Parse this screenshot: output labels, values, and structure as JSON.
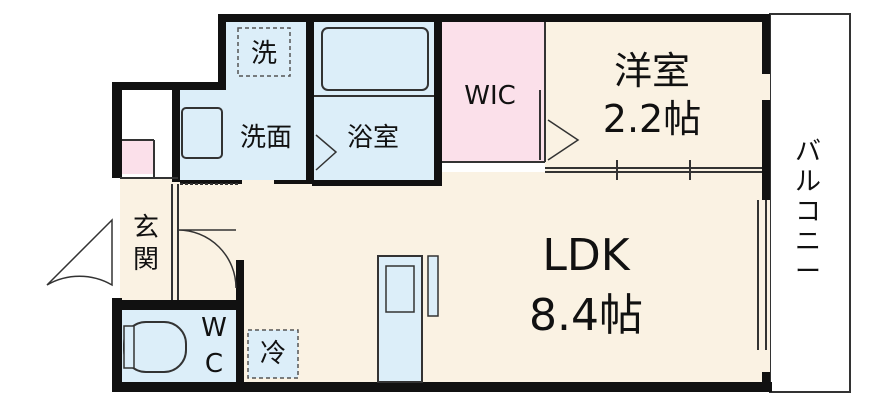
{
  "rooms": {
    "western": {
      "name": "洋室",
      "size": "2.2帖"
    },
    "ldk": {
      "name": "LDK",
      "size": "8.4帖"
    },
    "wic": "WIC",
    "bath": "浴室",
    "washroom": "洗面",
    "laundry": "洗",
    "entrance": [
      "玄",
      "関"
    ],
    "toilet": [
      "W",
      "C"
    ],
    "fridge": "冷",
    "balcony": [
      "バ",
      "ル",
      "コ",
      "ニ",
      "ー"
    ]
  },
  "colors": {
    "wall": "#111111",
    "floor": "#faf2e3",
    "wet_area": "#dceef9",
    "closet": "#fbe0ea",
    "outline": "#333333"
  }
}
